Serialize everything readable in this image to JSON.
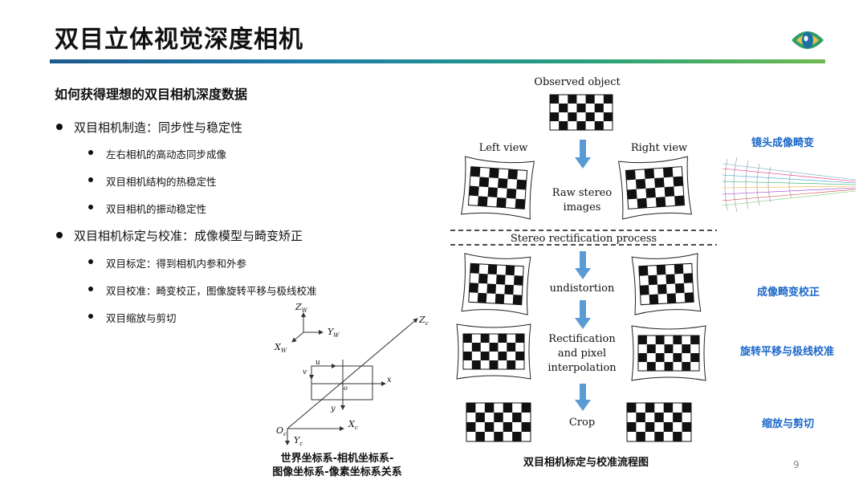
{
  "title": "双目立体视觉深度相机",
  "subtitle": "如何获得理想的双目相机深度数据",
  "bullets": {
    "b1": "双目相机制造：同步性与稳定性",
    "b1_1": "左右相机的高动态同步成像",
    "b1_2": "双目相机结构的热稳定性",
    "b1_3": "双目相机的振动稳定性",
    "b2": "双目相机标定与校准：成像模型与畸变矫正",
    "b2_1": "双目标定：得到相机内参和外参",
    "b2_2": "双目校准：畸变校正，图像旋转平移与极线校准",
    "b2_3": "双目缩放与剪切"
  },
  "coord": {
    "caption1": "世界坐标系-相机坐标系-",
    "caption2": "图像坐标系-像素坐标系关系",
    "zw": "Z",
    "zw_sub": "W",
    "yw": "Y",
    "yw_sub": "W",
    "xw": "X",
    "xw_sub": "W",
    "zc": "Z",
    "zc_sub": "c",
    "xc": "X",
    "xc_sub": "c",
    "yc": "Y",
    "yc_sub": "c",
    "oc": "O",
    "oc_sub": "c",
    "u": "u",
    "v": "v",
    "x": "x",
    "y": "y",
    "o": "o"
  },
  "flow": {
    "observed": "Observed object",
    "left_view": "Left view",
    "right_view": "Right view",
    "raw1": "Raw stereo",
    "raw2": "images",
    "process": "Stereo rectification process",
    "undistortion": "undistortion",
    "rect1": "Rectification",
    "rect2": "and pixel",
    "rect3": "interpolation",
    "crop": "Crop",
    "caption": "双目相机标定与校准流程图"
  },
  "labels": {
    "lens": "镜头成像畸变",
    "distort": "成像畸变校正",
    "rotate": "旋转平移与极线校准",
    "scale": "缩放与剪切"
  },
  "page_number": "9",
  "colors": {
    "accent_blue": "#1a67c8",
    "arrow_blue": "#5b9bd5"
  }
}
